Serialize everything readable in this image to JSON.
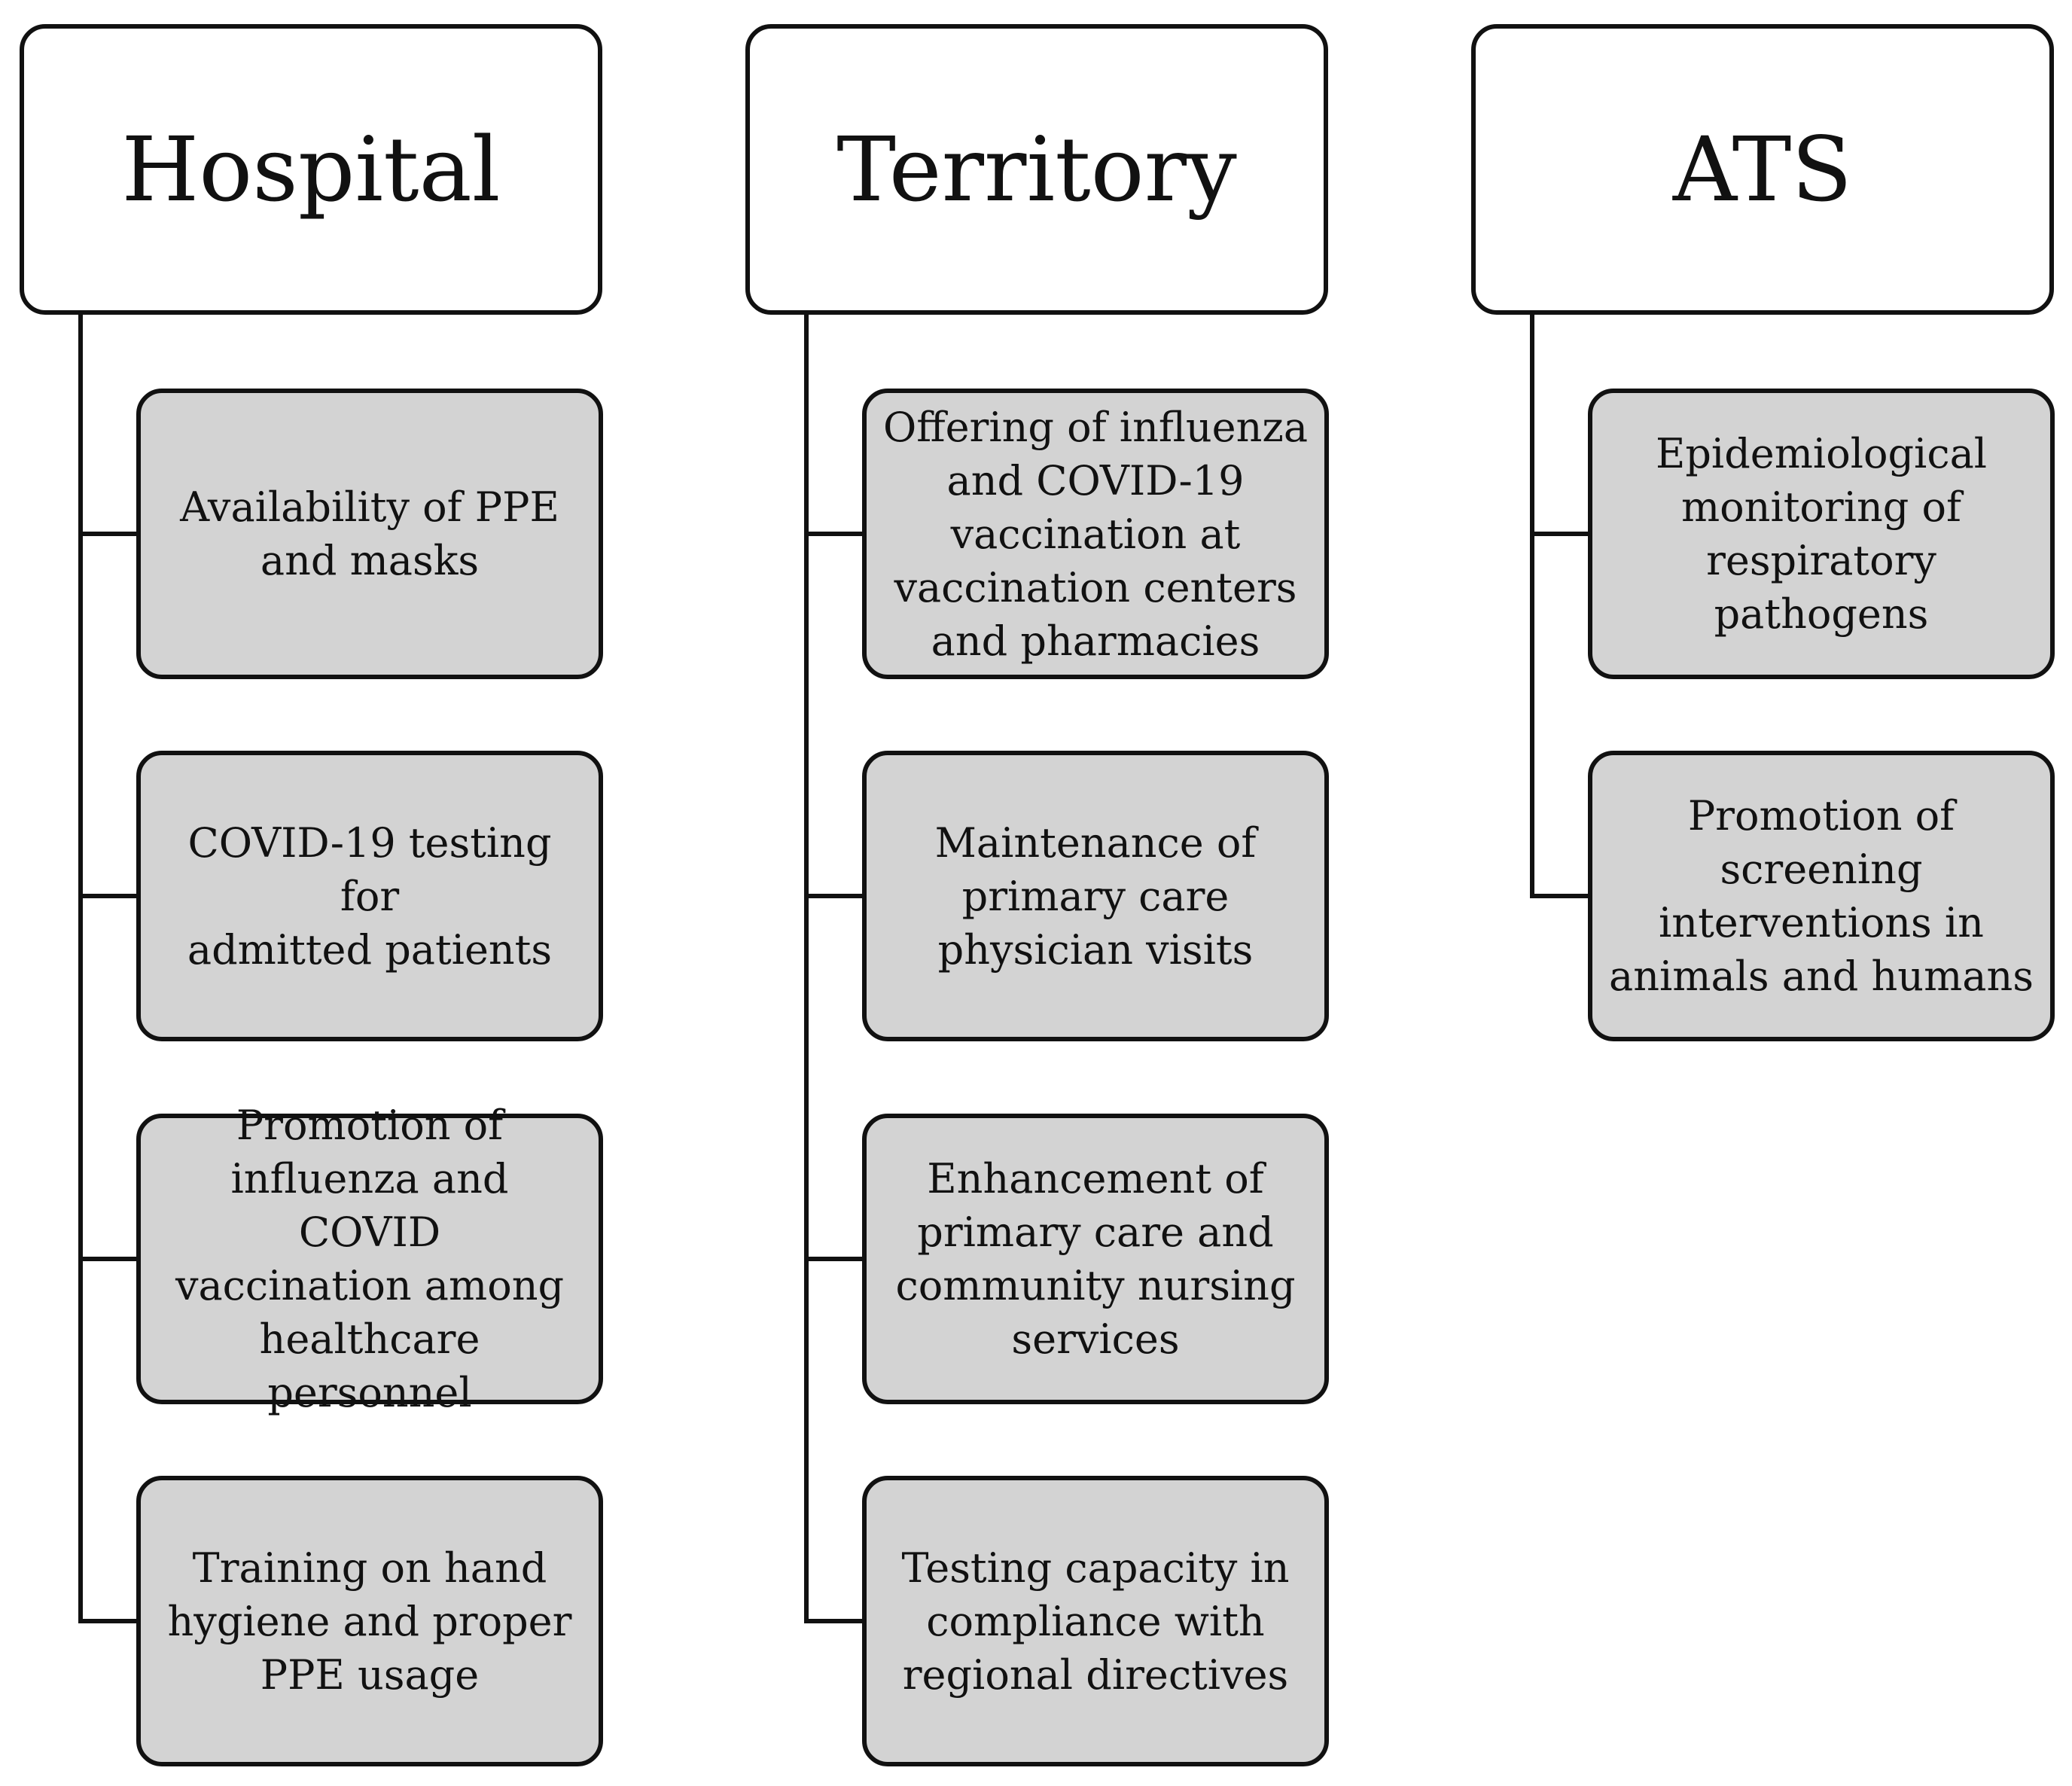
{
  "columns": [
    {
      "header": "Hospital",
      "items": [
        "Availability of PPE\nand masks",
        "COVID-19 testing for\nadmitted patients",
        "Promotion of\ninfluenza and COVID\nvaccination among\nhealthcare personnel",
        "Training on hand\nhygiene and proper\nPPE usage"
      ]
    },
    {
      "header": "Territory",
      "items": [
        "Offering of influenza\nand COVID-19\nvaccination at\nvaccination centers\nand pharmacies",
        "Maintenance of\nprimary care\nphysician visits",
        "Enhancement of\nprimary care and\ncommunity nursing\nservices",
        "Testing capacity in\ncompliance with\nregional directives"
      ]
    },
    {
      "header": "ATS",
      "items": [
        "Epidemiological\nmonitoring of\nrespiratory pathogens",
        "Promotion of\nscreening\ninterventions in\nanimals and humans"
      ]
    }
  ]
}
